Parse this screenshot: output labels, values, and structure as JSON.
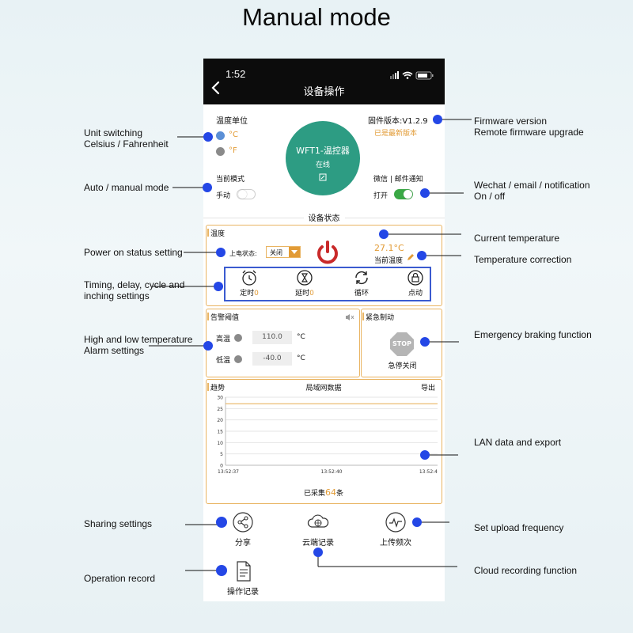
{
  "page": {
    "title": "Manual mode"
  },
  "annotations": {
    "unit_switching": [
      "Unit switching",
      "Celsius / Fahrenheit"
    ],
    "auto_manual": "Auto / manual mode",
    "power_on_status": "Power on status setting",
    "timing": [
      "Timing, delay, cycle and",
      "inching settings"
    ],
    "alarm": [
      "High and low temperature",
      "Alarm settings"
    ],
    "sharing": "Sharing settings",
    "operation_record": "Operation record",
    "firmware": [
      "Firmware version",
      "Remote firmware upgrade"
    ],
    "notification": [
      "Wechat / email / notification",
      "On / off"
    ],
    "current_temp": "Current temperature",
    "temp_correction": "Temperature correction",
    "emergency": "Emergency braking function",
    "lan": "LAN data and export",
    "upload_freq": "Set upload frequency",
    "cloud": "Cloud recording function"
  },
  "phone": {
    "status_time": "1:52",
    "nav_title": "设备操作",
    "temp_unit_label": "温度单位",
    "unit_c": "°C",
    "unit_f": "°F",
    "firmware_label": "固件版本:V1.2.9",
    "firmware_status": "已是最新版本",
    "device_name": "WFT1-温控器",
    "device_online": "在线",
    "mode_label": "当前模式",
    "mode_value": "手动",
    "notify_label": "微信 | 邮件通知",
    "notify_value": "打开",
    "section_title": "设备状态",
    "temp_panel": {
      "title": "温度",
      "power_status_label": "上电状态:",
      "power_status_value": "关闭",
      "current_temp": "27.1°C",
      "current_temp_label": "当前温度",
      "functions": [
        {
          "label": "定时",
          "count": "0",
          "icon": "alarm-clock-icon"
        },
        {
          "label": "延时",
          "count": "0",
          "icon": "hourglass-icon"
        },
        {
          "label": "循环",
          "icon": "cycle-icon"
        },
        {
          "label": "点动",
          "icon": "lock-icon"
        }
      ]
    },
    "alarm_panel": {
      "title": "告警阈值",
      "high_label": "高温",
      "high_value": "110.0",
      "low_label": "低温",
      "low_value": "-40.0",
      "unit": "°C"
    },
    "emergency_panel": {
      "title": "紧急制动",
      "stop_text": "STOP",
      "label": "急停关闭"
    },
    "trend_panel": {
      "title": "趋势",
      "center": "局域网数据",
      "export": "导出",
      "collected_prefix": "已采集",
      "collected_count": "64",
      "collected_suffix": "条"
    },
    "bottom": {
      "share": "分享",
      "cloud": "云端记录",
      "upload": "上传频次",
      "record": "操作记录"
    }
  },
  "chart_data": {
    "type": "line",
    "x": [
      "13:52:37",
      "13:52:40",
      "13:52:4"
    ],
    "yticks": [
      0,
      5,
      10,
      15,
      20,
      25,
      30
    ],
    "ylim": [
      0,
      30
    ],
    "series": [
      {
        "values": [
          27.1,
          27.1,
          27.1
        ]
      }
    ],
    "colors": {
      "line": "#e9b462",
      "grid": "#e6e6e6"
    }
  }
}
